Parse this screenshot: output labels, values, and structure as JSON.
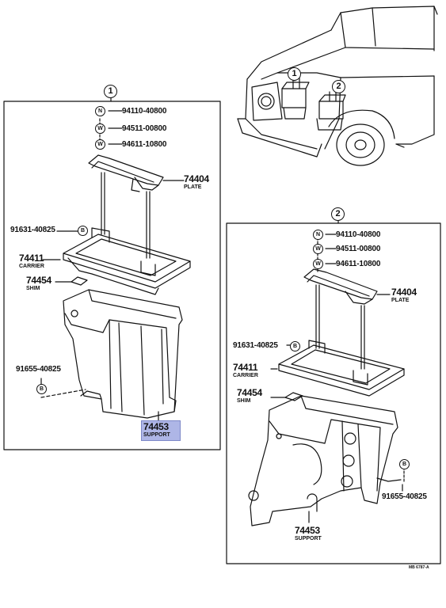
{
  "callouts": {
    "marker_1": "1",
    "marker_2": "2",
    "marker_1_car": "1",
    "marker_2_car": "2"
  },
  "panel1": {
    "nut": {
      "symbol": "N",
      "part": "94110-40800"
    },
    "washer_plain": {
      "symbol": "W",
      "part": "94511-00800"
    },
    "washer_spring": {
      "symbol": "W",
      "part": "94611-10800"
    },
    "plate": {
      "part": "74404",
      "name": "PLATE"
    },
    "bolt": {
      "symbol": "B",
      "part": "91631-40825"
    },
    "carrier": {
      "part": "74411",
      "name": "CARRIER"
    },
    "shim": {
      "part": "74454",
      "name": "SHIM"
    },
    "bolt2": {
      "symbol": "B",
      "part": "91655-40825"
    },
    "support": {
      "part": "74453",
      "name": "SUPPORT"
    }
  },
  "panel2": {
    "nut": {
      "symbol": "N",
      "part": "94110-40800"
    },
    "washer_plain": {
      "symbol": "W",
      "part": "94511-00800"
    },
    "washer_spring": {
      "symbol": "W",
      "part": "94611-10800"
    },
    "plate": {
      "part": "74404",
      "name": "PLATE"
    },
    "bolt": {
      "symbol": "B",
      "part": "91631-40825"
    },
    "carrier": {
      "part": "74411",
      "name": "CARRIER"
    },
    "shim": {
      "part": "74454",
      "name": "SHIM"
    },
    "bolt2": {
      "symbol": "B",
      "part": "91655-40825"
    },
    "support": {
      "part": "74453",
      "name": "SUPPORT"
    }
  },
  "drawing_code": "MB 6787-A",
  "highlight_color": "#aeb6e6"
}
